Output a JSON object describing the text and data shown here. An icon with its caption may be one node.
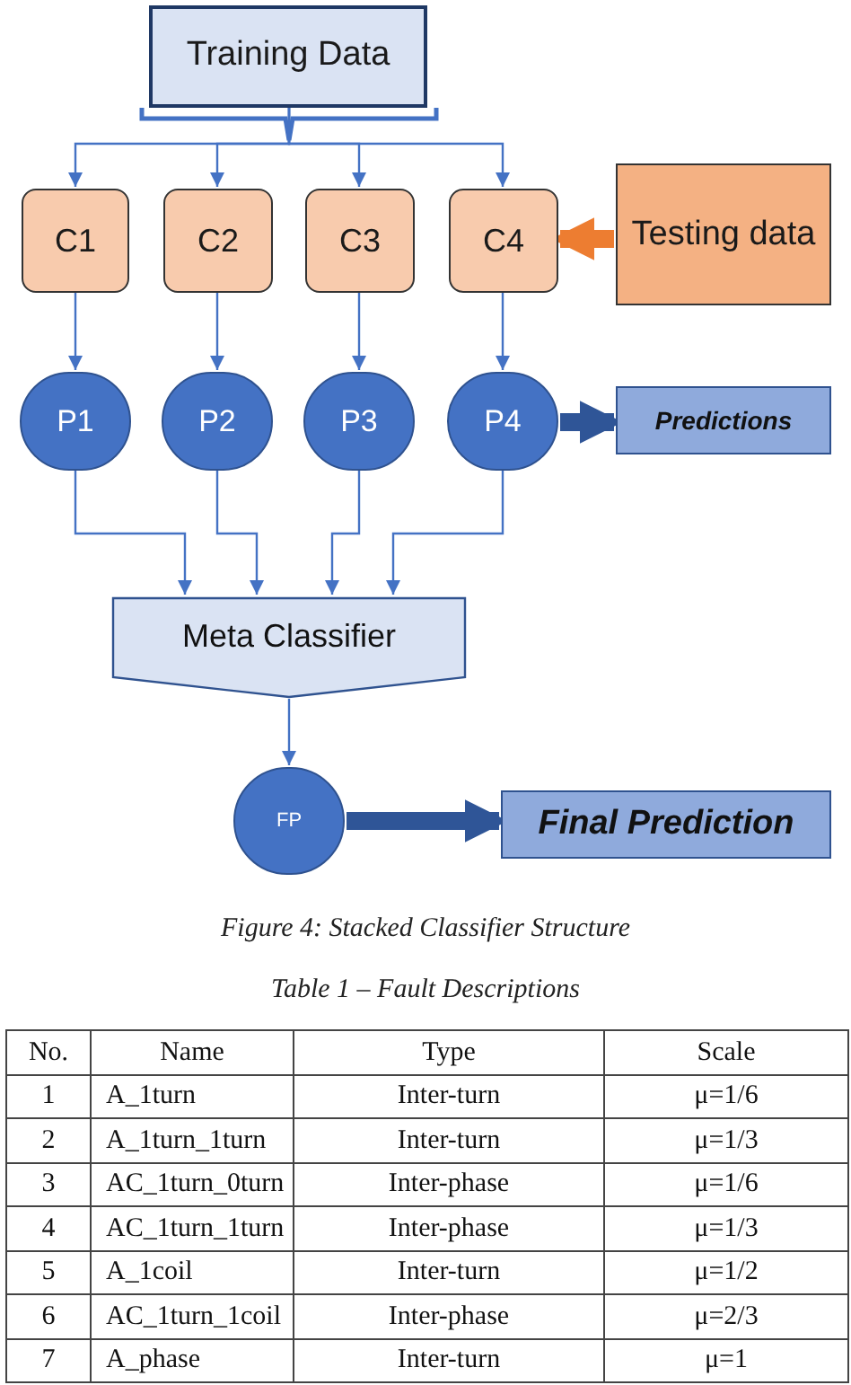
{
  "diagram": {
    "caption": "Figure 4: Stacked Classifier Structure",
    "nodes": [
      {
        "text": [
          "Training Data"
        ]
      },
      {
        "text": [
          "C1"
        ]
      },
      {
        "text": [
          "C2"
        ]
      },
      {
        "text": [
          "C3"
        ]
      },
      {
        "text": [
          "C4"
        ]
      },
      {
        "text": [
          "Testing data"
        ]
      },
      {
        "text": [
          "P1"
        ]
      },
      {
        "text": [
          "P2"
        ]
      },
      {
        "text": [
          "P3"
        ]
      },
      {
        "text": [
          "P4"
        ]
      },
      {
        "text": [
          "Predictions"
        ]
      },
      {
        "text": [
          "Meta Classifier"
        ]
      },
      {
        "text": [
          "FP"
        ]
      },
      {
        "text": [
          "Final Prediction"
        ]
      }
    ],
    "edges": [
      {
        "from": 0,
        "to": 1,
        "arrow": "to"
      },
      {
        "from": 0,
        "to": 2,
        "arrow": "to"
      },
      {
        "from": 0,
        "to": 3,
        "arrow": "to"
      },
      {
        "from": 0,
        "to": 4,
        "arrow": "to"
      },
      {
        "from": 5,
        "to": 4,
        "arrow": "to",
        "style": "thick",
        "color": "#ed7d31"
      },
      {
        "from": 1,
        "to": 6,
        "arrow": "to"
      },
      {
        "from": 2,
        "to": 7,
        "arrow": "to"
      },
      {
        "from": 3,
        "to": 8,
        "arrow": "to"
      },
      {
        "from": 4,
        "to": 9,
        "arrow": "to"
      },
      {
        "from": 9,
        "to": 10,
        "arrow": "to",
        "style": "thick",
        "color": "#2f5597"
      },
      {
        "from": 6,
        "to": 11,
        "arrow": "to"
      },
      {
        "from": 7,
        "to": 11,
        "arrow": "to"
      },
      {
        "from": 8,
        "to": 11,
        "arrow": "to"
      },
      {
        "from": 9,
        "to": 11,
        "arrow": "to"
      },
      {
        "from": 11,
        "to": 12,
        "arrow": "to"
      },
      {
        "from": 12,
        "to": 13,
        "arrow": "to",
        "style": "thick",
        "color": "#2f5597"
      }
    ],
    "labels": [
      "Table 1 – Fault Descriptions",
      "No.",
      "Name",
      "Type",
      "Scale",
      "1",
      "A_1turn",
      "Inter-turn",
      "μ=1/6",
      "2",
      "A_1turn_1turn",
      "Inter-turn",
      "μ=1/3",
      "3",
      "AC_1turn_0turn",
      "Inter-phase",
      "μ=1/6",
      "4",
      "AC_1turn_1turn",
      "Inter-phase",
      "μ=1/3",
      "5",
      "A_1coil",
      "Inter-turn",
      "μ=1/2",
      "6",
      "AC_1turn_1coil",
      "Inter-phase",
      "μ=2/3",
      "7",
      "A_phase",
      "Inter-turn",
      "μ=1"
    ]
  }
}
